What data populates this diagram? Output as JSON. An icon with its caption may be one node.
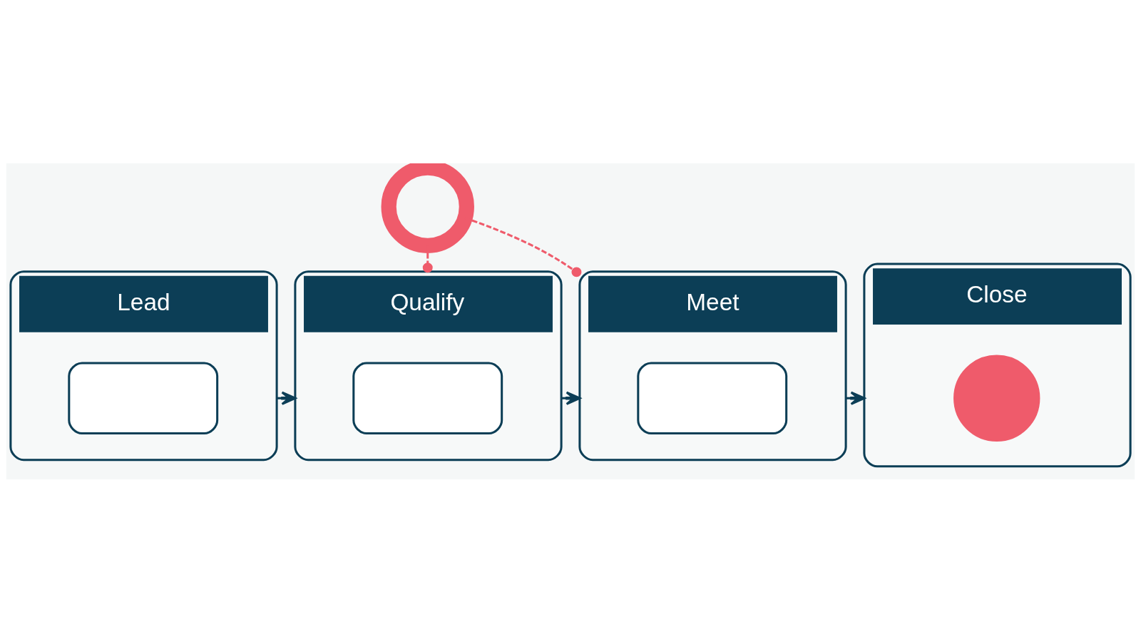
{
  "diagram": {
    "nodes": [
      {
        "text": [],
        "shape": "gear"
      },
      {
        "text": [
          "Lead"
        ]
      },
      {
        "text": [],
        "shape": "box",
        "in": 1
      },
      {
        "text": [
          "Qualify"
        ]
      },
      {
        "text": [],
        "shape": "box",
        "in": 3
      },
      {
        "text": [
          "Meet"
        ]
      },
      {
        "text": [],
        "shape": "box",
        "in": 5
      },
      {
        "text": [
          "Close"
        ]
      },
      {
        "text": [],
        "shape": "circle",
        "in": 7
      }
    ],
    "edges": [
      {
        "from": 0,
        "to": 3,
        "arrow": "other",
        "style": "dashed",
        "color": "#ef5b6b"
      },
      {
        "from": 0,
        "to": 5,
        "arrow": "other",
        "style": "dashed",
        "color": "#ef5b6b"
      },
      {
        "from": 1,
        "to": 3,
        "arrow": "to"
      },
      {
        "from": 3,
        "to": 5,
        "arrow": "to"
      },
      {
        "from": 5,
        "to": 7,
        "arrow": "to"
      }
    ]
  }
}
